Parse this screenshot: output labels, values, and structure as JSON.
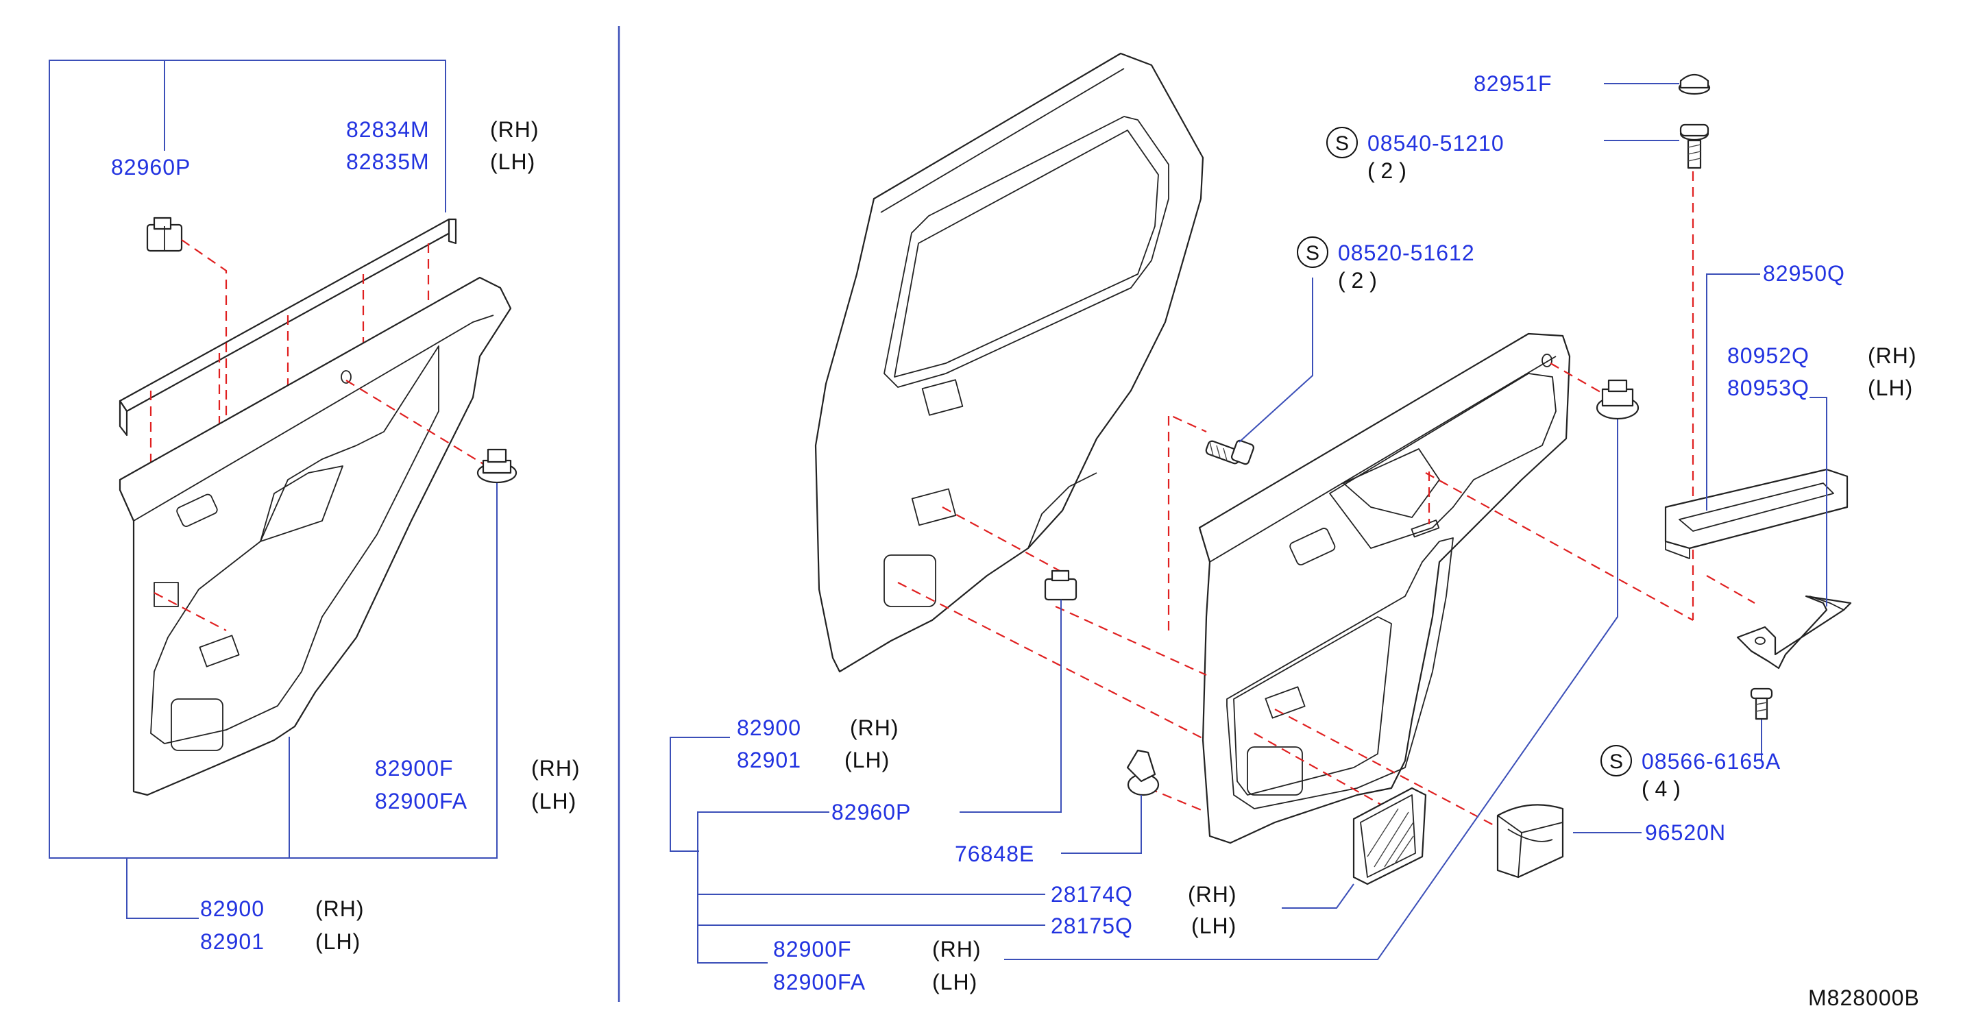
{
  "diagram_code": "M828000B",
  "left_group": {
    "clip_part": "82960P",
    "strip_rh": "82834M",
    "strip_rh_side": "(RH)",
    "strip_lh": "82835M",
    "strip_lh_side": "(LH)",
    "clip_ring_rh": "82900F",
    "clip_ring_rh_side": "(RH)",
    "clip_ring_lh": "82900FA",
    "clip_ring_lh_side": "(LH)",
    "trim_rh": "82900",
    "trim_rh_side": "(RH)",
    "trim_lh": "82901",
    "trim_lh_side": "(LH)"
  },
  "right_group": {
    "cap": "82951F",
    "screw_a": "08540-51210",
    "screw_a_qty": "( 2 )",
    "screw_b": "08520-51612",
    "screw_b_qty": "( 2 )",
    "pull_handle": "82950Q",
    "bracket_rh": "80952Q",
    "bracket_rh_side": "(RH)",
    "bracket_lh": "80953Q",
    "bracket_lh_side": "(LH)",
    "screw_c": "08566-6165A",
    "screw_c_qty": "( 4 )",
    "trim_rh": "82900",
    "trim_rh_side": "(RH)",
    "trim_lh": "82901",
    "trim_lh_side": "(LH)",
    "clip": "82960P",
    "grommet": "76848E",
    "seal_rh": "28174Q",
    "seal_rh_side": "(RH)",
    "seal_lh": "28175Q",
    "seal_lh_side": "(LH)",
    "clip_ring_rh": "82900F",
    "clip_ring_rh_side": "(RH)",
    "clip_ring_lh": "82900FA",
    "clip_ring_lh_side": "(LH)",
    "pocket": "96520N"
  },
  "screw_badge": "S"
}
